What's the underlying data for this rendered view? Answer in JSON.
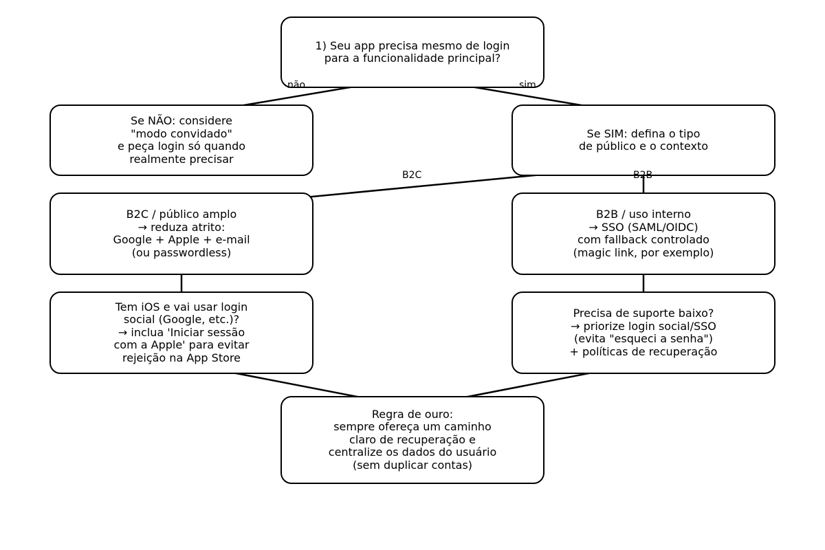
{
  "nodes": {
    "q1": {
      "text": "1) Seu app precisa mesmo de login\npara a funcionalidade principal?"
    },
    "no_branch": {
      "text": "Se NÃO: considere\n\"modo convidado\"\ne peça login só quando\nrealmente precisar"
    },
    "yes_branch": {
      "text": "Se SIM: defina o tipo\nde público e o contexto"
    },
    "b2c": {
      "text": "B2C / público amplo\n→ reduza atrito:\nGoogle + Apple + e-mail\n(ou passwordless)"
    },
    "b2b": {
      "text": "B2B / uso interno\n→ SSO (SAML/OIDC)\ncom fallback controlado\n(magic link, por exemplo)"
    },
    "ios": {
      "text": "Tem iOS e vai usar login\nsocial (Google, etc.)?\n→ inclua 'Iniciar sessão\ncom a Apple' para evitar\nrejeição na App Store"
    },
    "support": {
      "text": "Precisa de suporte baixo?\n→ priorize login social/SSO\n(evita \"esqueci a senha\")\n+ políticas de recuperação"
    },
    "golden": {
      "text": "Regra de ouro:\nsempre ofereça um caminho\nclaro de recuperação e\ncentralize os dados do usuário\n(sem duplicar contas)"
    }
  },
  "edge_labels": {
    "nao": "não",
    "sim": "sim",
    "b2c": "B2C",
    "b2b": "B2B"
  },
  "colors": {
    "stroke": "#000000",
    "background": "#ffffff"
  }
}
